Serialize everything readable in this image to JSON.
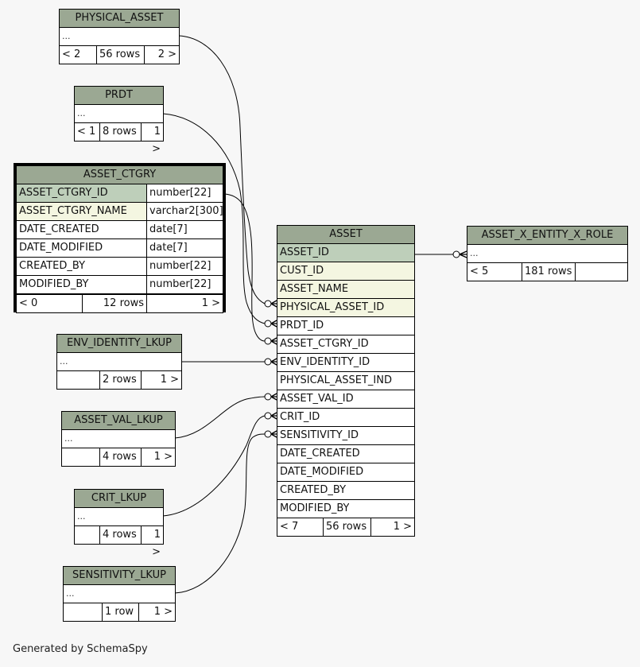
{
  "diagram": {
    "generator_note": "Generated by SchemaSpy",
    "colors": {
      "background": "#f7f7f7",
      "table_header": "#9ba893",
      "primary_key_row": "#becfba",
      "indexed_row": "#f4f6e1",
      "line": "#000000"
    },
    "tables": {
      "physical_asset": {
        "name": "PHYSICAL_ASSET",
        "ellipsis": "...",
        "parents": "< 2",
        "rows": "56 rows",
        "children": "2 >"
      },
      "prdt": {
        "name": "PRDT",
        "ellipsis": "...",
        "parents": "< 1",
        "rows": "8 rows",
        "children": "1 >"
      },
      "asset_ctgry": {
        "name": "ASSET_CTGRY",
        "columns": [
          {
            "name": "ASSET_CTGRY_ID",
            "type": "number[22]",
            "kind": "pk"
          },
          {
            "name": "ASSET_CTGRY_NAME",
            "type": "varchar2[300]",
            "kind": "fk"
          },
          {
            "name": "DATE_CREATED",
            "type": "date[7]",
            "kind": ""
          },
          {
            "name": "DATE_MODIFIED",
            "type": "date[7]",
            "kind": ""
          },
          {
            "name": "CREATED_BY",
            "type": "number[22]",
            "kind": ""
          },
          {
            "name": "MODIFIED_BY",
            "type": "number[22]",
            "kind": ""
          }
        ],
        "parents": "< 0",
        "rows": "12 rows",
        "children": "1 >"
      },
      "env_identity_lkup": {
        "name": "ENV_IDENTITY_LKUP",
        "ellipsis": "...",
        "parents": "",
        "rows": "2 rows",
        "children": "1 >"
      },
      "asset_val_lkup": {
        "name": "ASSET_VAL_LKUP",
        "ellipsis": "...",
        "parents": "",
        "rows": "4 rows",
        "children": "1 >"
      },
      "crit_lkup": {
        "name": "CRIT_LKUP",
        "ellipsis": "...",
        "parents": "",
        "rows": "4 rows",
        "children": "1 >"
      },
      "sensitivity_lkup": {
        "name": "SENSITIVITY_LKUP",
        "ellipsis": "...",
        "parents": "",
        "rows": "1 row",
        "children": "1 >"
      },
      "asset": {
        "name": "ASSET",
        "columns": [
          {
            "name": "ASSET_ID",
            "kind": "pk"
          },
          {
            "name": "CUST_ID",
            "kind": "fk"
          },
          {
            "name": "ASSET_NAME",
            "kind": "fk"
          },
          {
            "name": "PHYSICAL_ASSET_ID",
            "kind": "fk"
          },
          {
            "name": "PRDT_ID",
            "kind": ""
          },
          {
            "name": "ASSET_CTGRY_ID",
            "kind": ""
          },
          {
            "name": "ENV_IDENTITY_ID",
            "kind": ""
          },
          {
            "name": "PHYSICAL_ASSET_IND",
            "kind": ""
          },
          {
            "name": "ASSET_VAL_ID",
            "kind": ""
          },
          {
            "name": "CRIT_ID",
            "kind": ""
          },
          {
            "name": "SENSITIVITY_ID",
            "kind": ""
          },
          {
            "name": "DATE_CREATED",
            "kind": ""
          },
          {
            "name": "DATE_MODIFIED",
            "kind": ""
          },
          {
            "name": "CREATED_BY",
            "kind": ""
          },
          {
            "name": "MODIFIED_BY",
            "kind": ""
          }
        ],
        "parents": "< 7",
        "rows": "56 rows",
        "children": "1 >"
      },
      "asset_x_entity_x_role": {
        "name": "ASSET_X_ENTITY_X_ROLE",
        "ellipsis": "...",
        "parents": "< 5",
        "rows": "181 rows",
        "children": ""
      }
    },
    "relationships": [
      {
        "from": "PHYSICAL_ASSET",
        "to": "ASSET.PHYSICAL_ASSET_ID"
      },
      {
        "from": "PRDT",
        "to": "ASSET.PRDT_ID"
      },
      {
        "from": "ASSET_CTGRY.ASSET_CTGRY_ID",
        "to": "ASSET.ASSET_CTGRY_ID"
      },
      {
        "from": "ENV_IDENTITY_LKUP",
        "to": "ASSET.ENV_IDENTITY_ID"
      },
      {
        "from": "ASSET_VAL_LKUP",
        "to": "ASSET.ASSET_VAL_ID"
      },
      {
        "from": "CRIT_LKUP",
        "to": "ASSET.CRIT_ID"
      },
      {
        "from": "SENSITIVITY_LKUP",
        "to": "ASSET.SENSITIVITY_ID"
      },
      {
        "from": "ASSET.ASSET_ID",
        "to": "ASSET_X_ENTITY_X_ROLE"
      }
    ]
  }
}
